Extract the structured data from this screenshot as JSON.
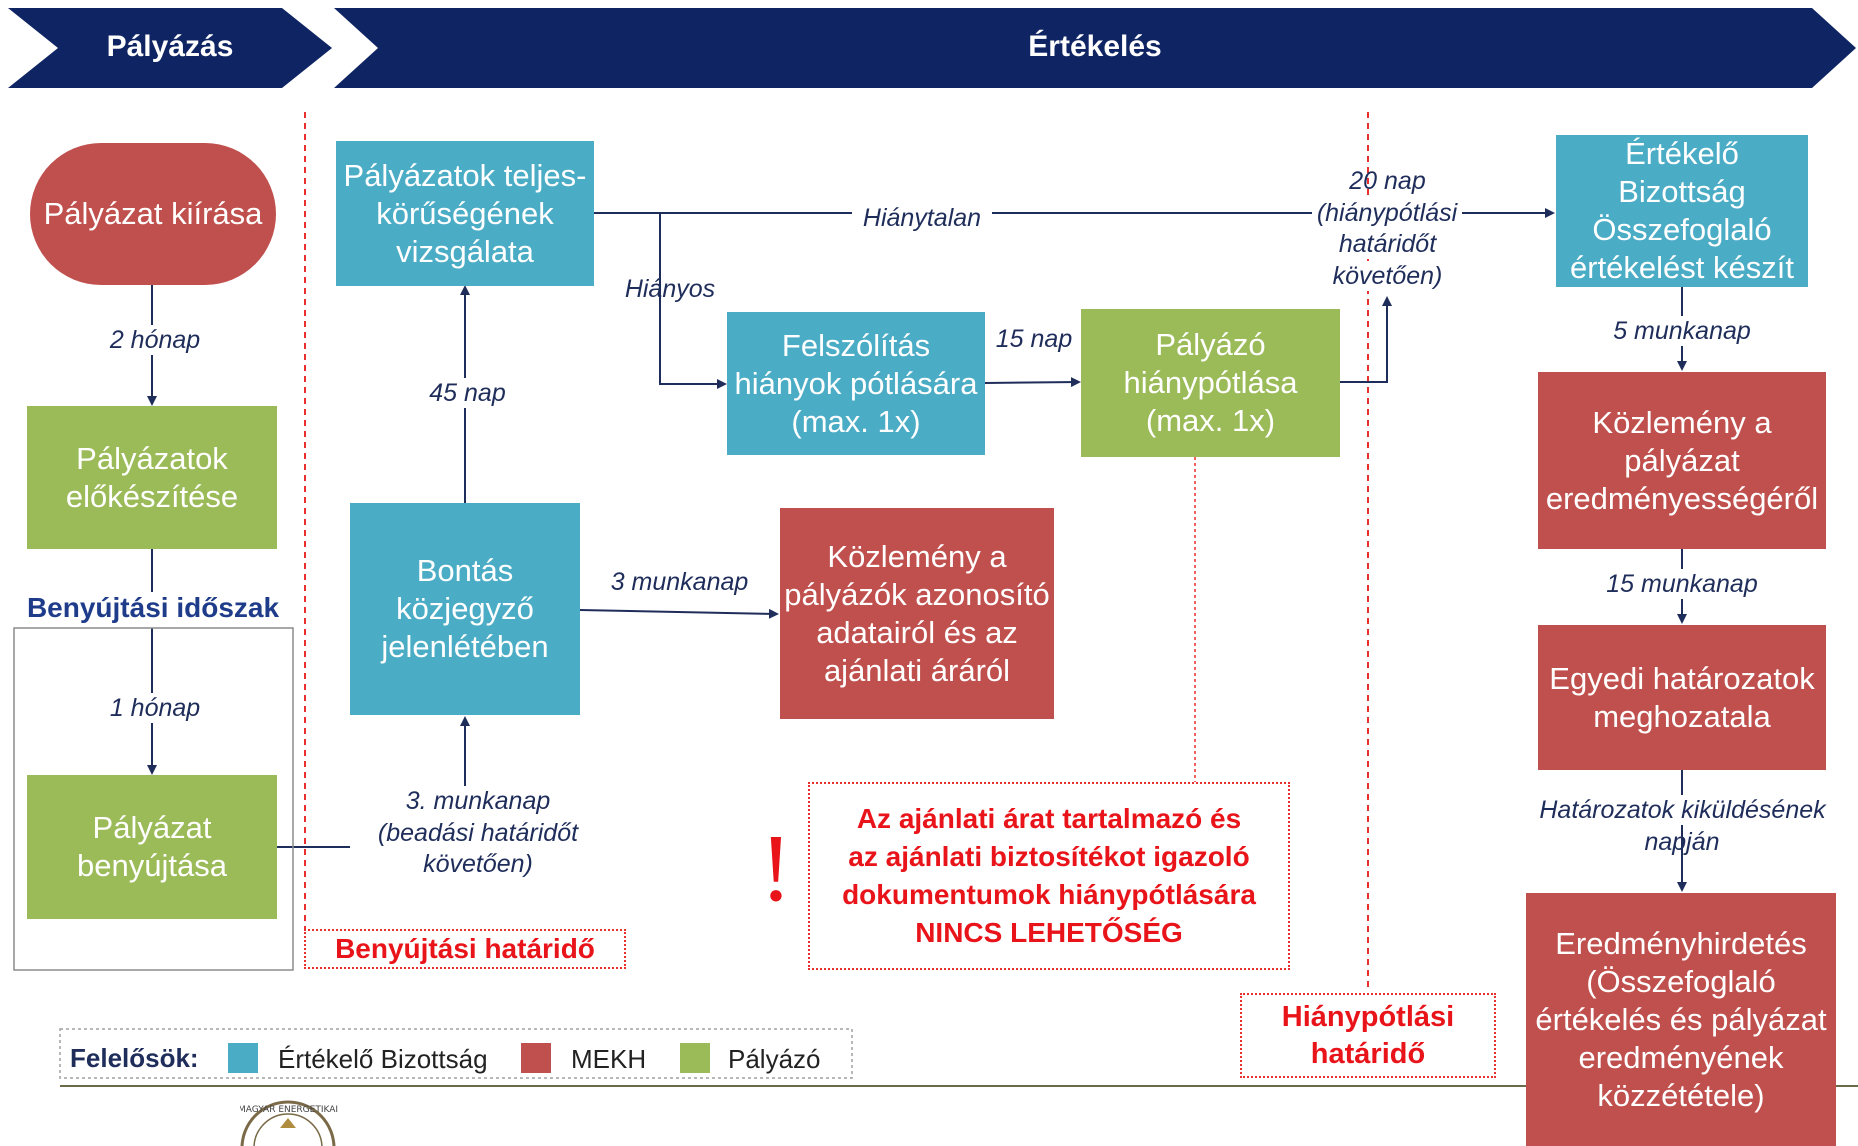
{
  "header": {
    "phase1": "Pályázás",
    "phase2": "Értékelés"
  },
  "boxes": {
    "kiiras": "Pályázat kiírása",
    "elokeszites": "Pályázatok előkészítése",
    "benyujtas": "Pályázat benyújtása",
    "teljeskoruseg": "Pályázatok teljes-körűségének vizsgálata",
    "bontas": "Bontás közjegyző jelenlétében",
    "felszolitas": "Felszólítás hiányok pótlására (max. 1x)",
    "hianypotlas": "Pályázó hiánypótlása (max. 1x)",
    "kozlemeny_azonosito": "Közlemény a pályázók azonosító adatairól és az ajánlati áráról",
    "osszefoglalo": "Értékelő Bizottság Összefoglaló értékelést készít",
    "kozlemeny_eredmeny": "Közlemény a pályázat eredményességéről",
    "egyedi": "Egyedi határozatok meghozatala",
    "eredmenyhirdetes": "Eredményhirdetés (Összefoglaló értékelés és pályázat eredményének közzététele)"
  },
  "labels": {
    "ket_honap": "2 hónap",
    "benyujtasi_idoszak": "Benyújtási időszak",
    "egy_honap": "1 hónap",
    "negyvenot_nap": "45 nap",
    "harmadik_munkanap_1": "3. munkanap",
    "harmadik_munkanap_2": "(beadási határidőt",
    "harmadik_munkanap_3": "követően)",
    "harom_munkanap": "3 munkanap",
    "hianytalan": "Hiánytalan",
    "hianyos": "Hiányos",
    "tizenot_nap": "15 nap",
    "husz_nap_1": "20 nap",
    "husz_nap_2": "(hiánypótlási",
    "husz_nap_3": "határidőt",
    "husz_nap_4": "követően)",
    "ot_munkanap": "5 munkanap",
    "tizenot_munkanap": "15 munkanap",
    "kikuldes_1": "Határozatok kiküldésének",
    "kikuldes_2": "napján"
  },
  "warnings": {
    "benyujtasi_hatarido": "Benyújtási határidő",
    "hianypotlasi_hatarido_1": "Hiánypótlási",
    "hianypotlasi_hatarido_2": "határidő",
    "exclamation": "!",
    "warn_1": "Az ajánlati árat tartalmazó és",
    "warn_2": "az ajánlati biztosítékot igazoló",
    "warn_3": "dokumentumok hiánypótlására",
    "warn_4": "NINCS LEHETŐSÉG"
  },
  "legend": {
    "title": "Felelősök:",
    "items": [
      {
        "label": "Értékelő Bizottság",
        "color": "#4BACC6"
      },
      {
        "label": "MEKH",
        "color": "#C0504D"
      },
      {
        "label": "Pályázó",
        "color": "#9BBB59"
      }
    ]
  },
  "colors": {
    "header": "#0F2462",
    "blue": "#4BACC6",
    "red": "#C0504D",
    "green": "#9BBB59",
    "arrow": "#1F2D5A",
    "warning": "#E8141A"
  },
  "logo": {
    "icon": "seal-logo",
    "text": "MAGYAR ENERGETIKAI"
  }
}
